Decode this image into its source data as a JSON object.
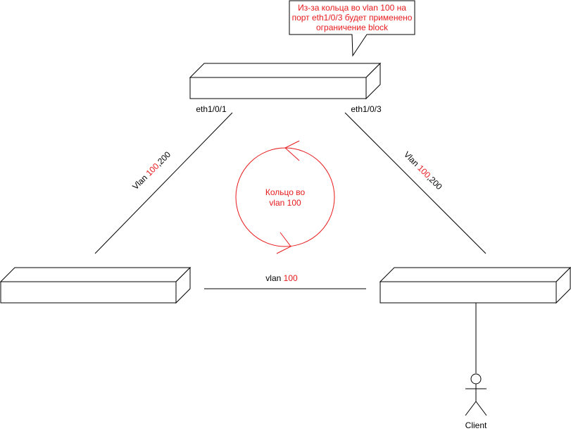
{
  "callout": {
    "text": "Из-за кольца во vlan 100 на порт eth1/0/3 будет применено ограничение block"
  },
  "ports": {
    "left": "eth1/0/1",
    "right": "eth1/0/3"
  },
  "links": {
    "left": {
      "prefix": "Vlan ",
      "highlight": "100",
      "suffix": ",200"
    },
    "right": {
      "prefix": "Vlan ",
      "highlight": "100",
      "suffix": ",200"
    },
    "bottom": {
      "prefix": "vlan ",
      "highlight": "100"
    }
  },
  "loop": {
    "line1": "Кольцо во",
    "line2": "vlan 100"
  },
  "client": {
    "label": "Client"
  },
  "colors": {
    "accent": "#e8191c",
    "stroke": "#000000"
  }
}
